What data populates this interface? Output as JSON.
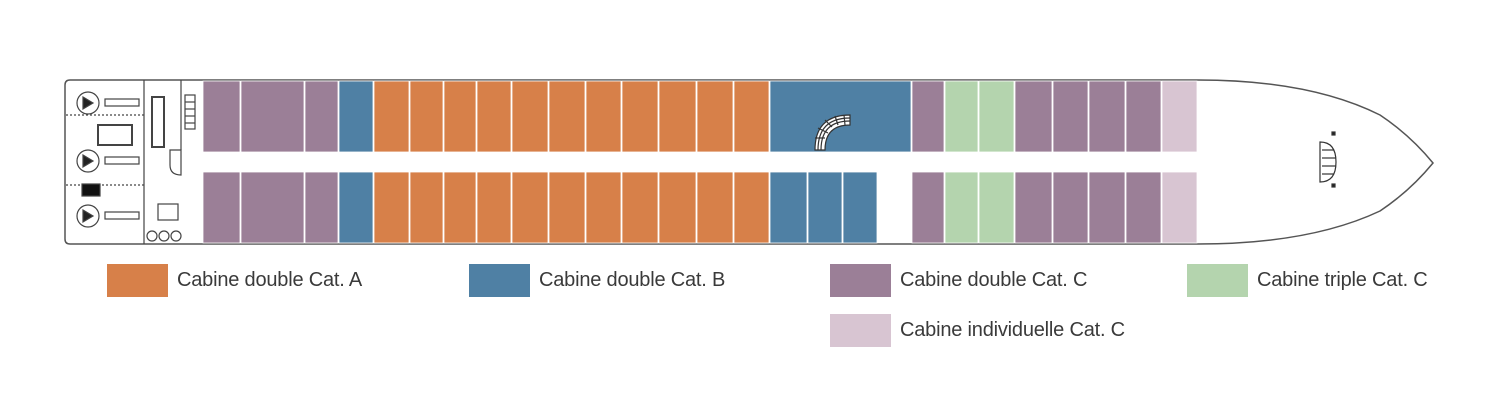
{
  "colors": {
    "cat_a": "#D78049",
    "cat_b": "#4F80A4",
    "cat_c_double": "#9B7F97",
    "cat_c_triple": "#B4D4AE",
    "cat_c_single": "#D8C5D2",
    "outline": "#555555"
  },
  "legend": {
    "cat_a": "Cabine double Cat. A",
    "cat_b": "Cabine double Cat. B",
    "cat_c_double": "Cabine double Cat. C",
    "cat_c_triple": "Cabine triple Cat. C",
    "cat_c_single": "Cabine individuelle Cat. C"
  },
  "cabins": {
    "top_row": [
      "C",
      "C",
      "C",
      "B",
      "A",
      "A",
      "A",
      "A",
      "A",
      "A",
      "A",
      "A",
      "A",
      "A",
      "A",
      "B",
      "C",
      "T",
      "T",
      "C",
      "C",
      "C",
      "C",
      "S"
    ],
    "bottom_row": [
      "C",
      "C",
      "C",
      "B",
      "A",
      "A",
      "A",
      "A",
      "A",
      "A",
      "A",
      "A",
      "A",
      "A",
      "A",
      "B",
      "B",
      "B",
      "C",
      "T",
      "T",
      "C",
      "C",
      "C",
      "C",
      "S"
    ]
  }
}
